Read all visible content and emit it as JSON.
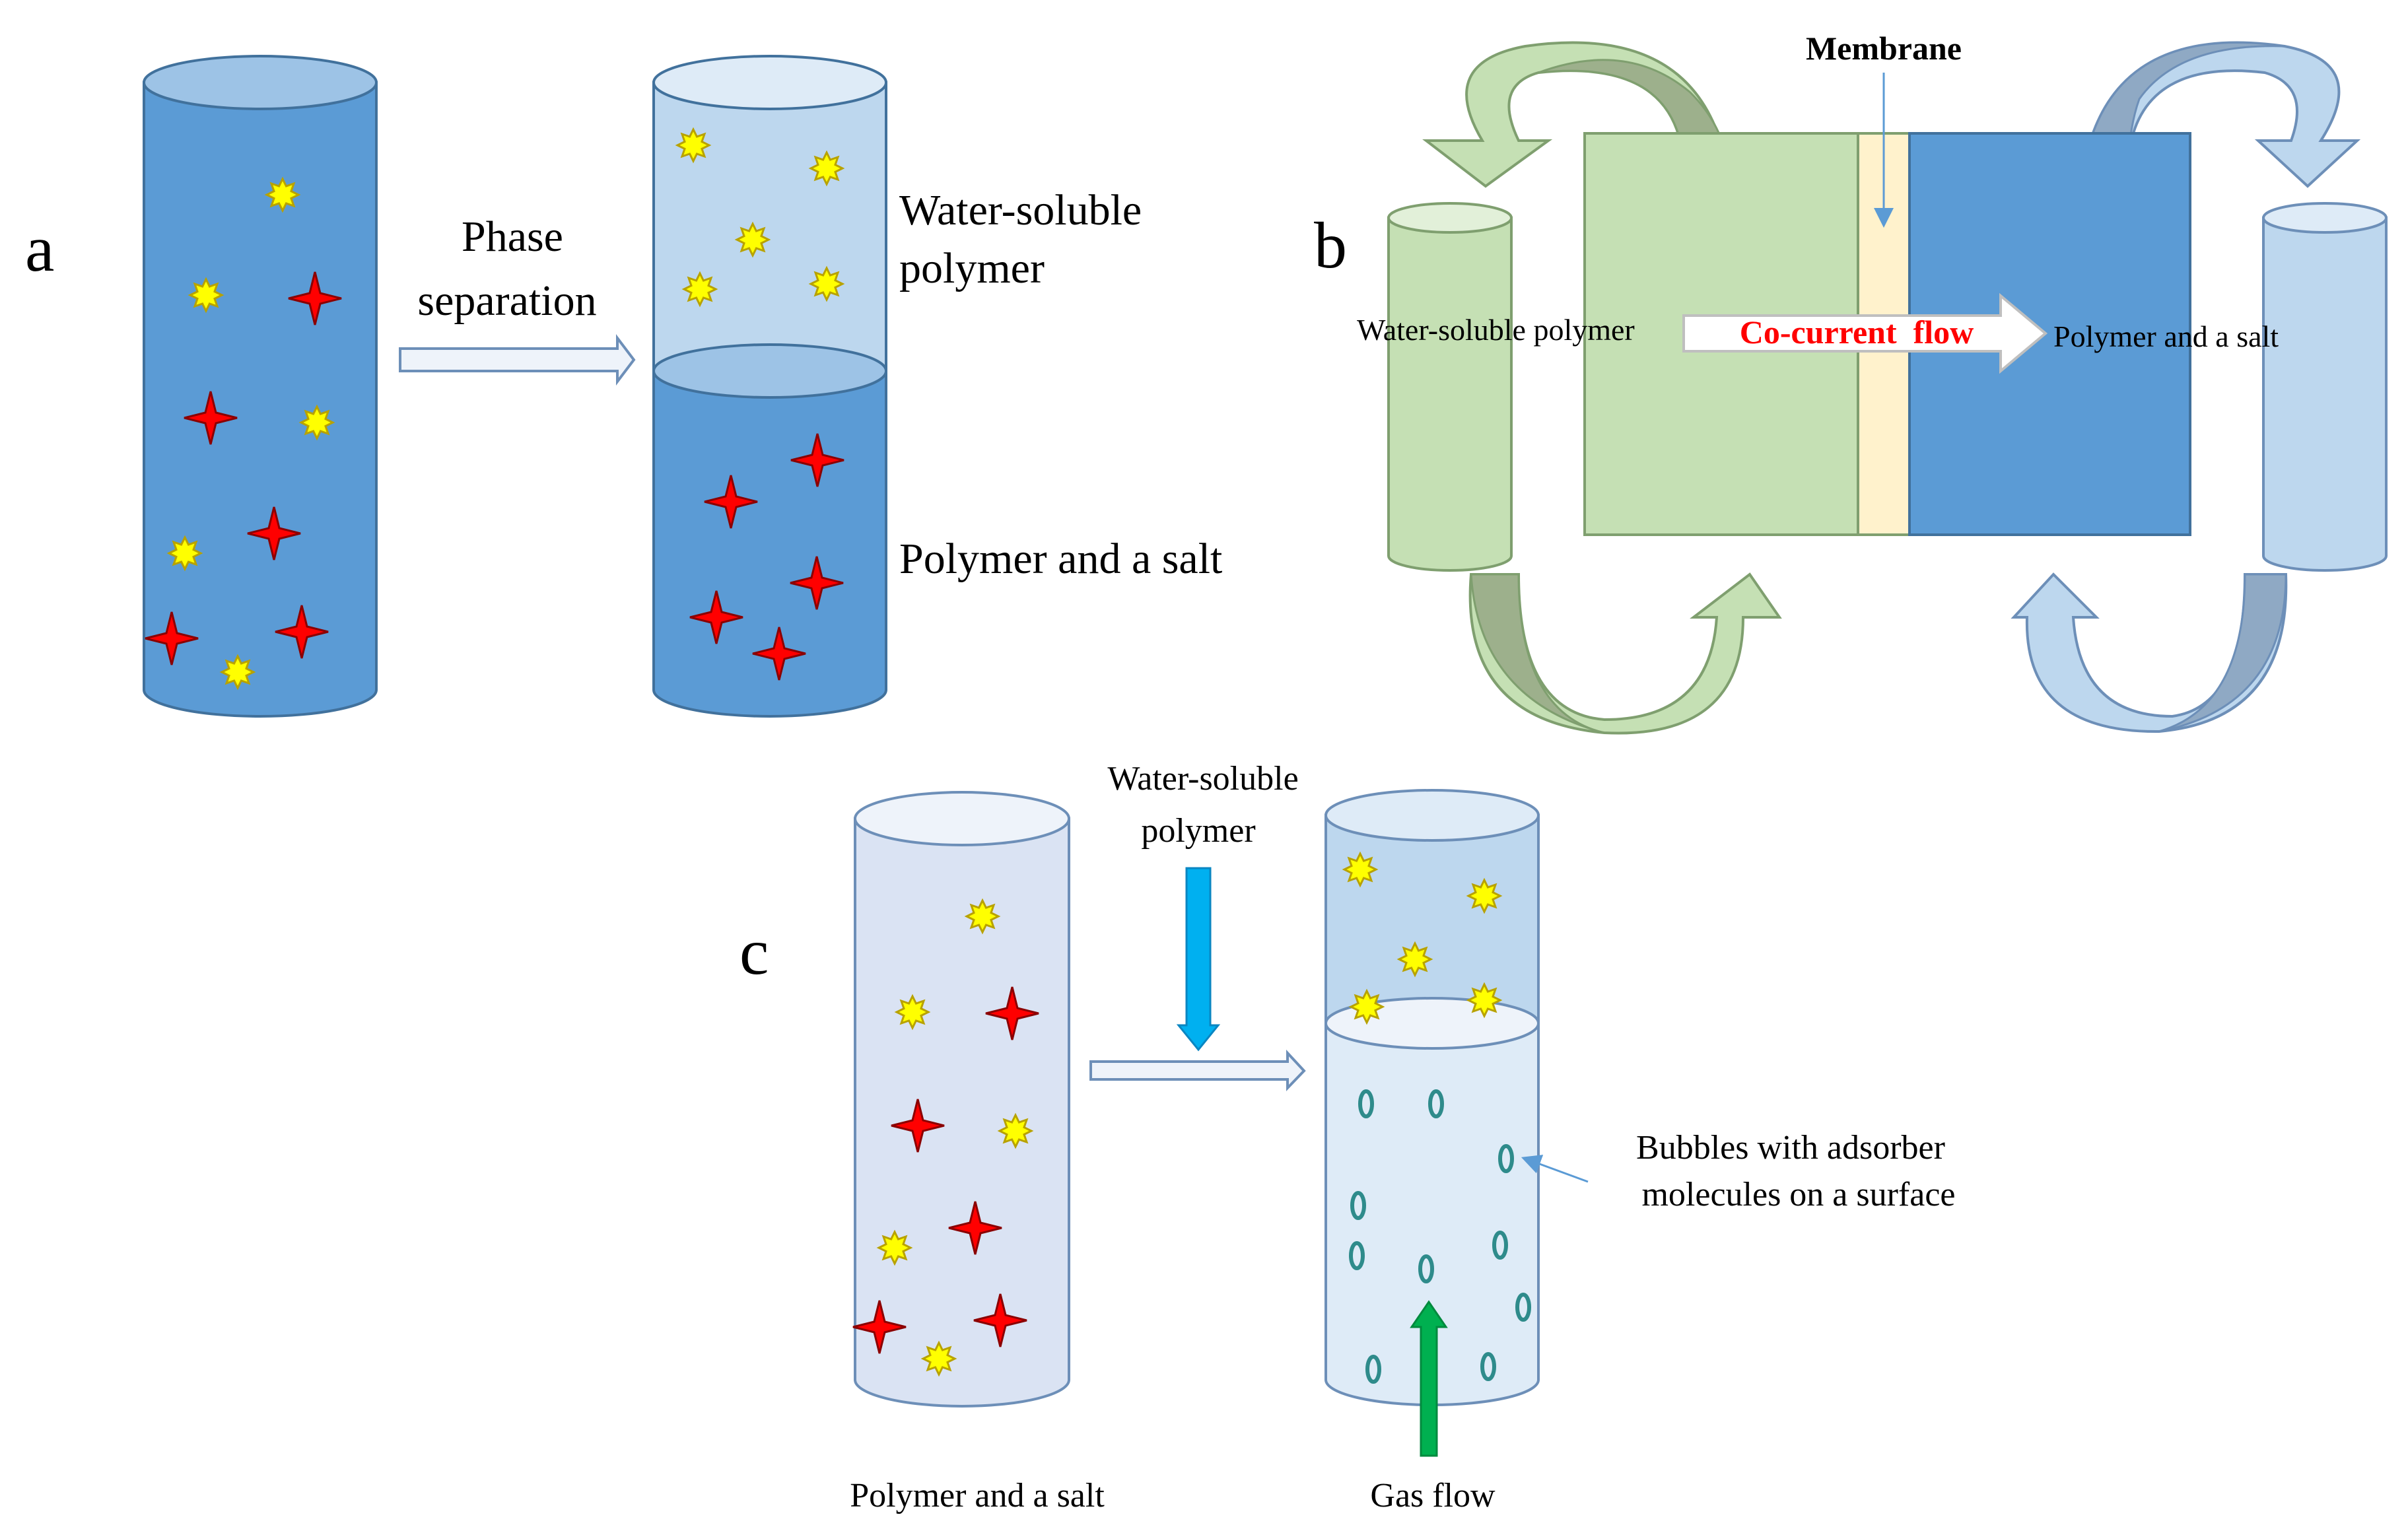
{
  "panel_a": {
    "letter": "a",
    "arrow_label_line1": "Phase",
    "arrow_label_line2": "separation",
    "upper_phase_line1": "Water-soluble",
    "upper_phase_line2": "polymer",
    "lower_phase": "Polymer and a salt"
  },
  "panel_b": {
    "letter": "b",
    "membrane_label": "Membrane",
    "left_label": "Water-soluble polymer",
    "flow_label": "Co-current  flow",
    "right_label": "Polymer and a salt"
  },
  "panel_c": {
    "letter": "c",
    "input_line1": "Water-soluble",
    "input_line2": "polymer",
    "left_column_label": "Polymer and a salt",
    "gas_label": "Gas flow",
    "bubble_line1": "Bubbles with adsorber",
    "bubble_line2": "molecules on a surface"
  },
  "colors": {
    "dark_blue": "#5b9bd5",
    "light_blue": "#bdd7ee",
    "pale_blue": "#dae3f3",
    "green": "#c5e0b4",
    "membrane": "#fff2cc",
    "star_yellow": "#ffff00",
    "star_red": "#ff0000",
    "bubble": "#2e8b8b",
    "gas_arrow": "#00b050",
    "input_arrow": "#00b0f0"
  }
}
